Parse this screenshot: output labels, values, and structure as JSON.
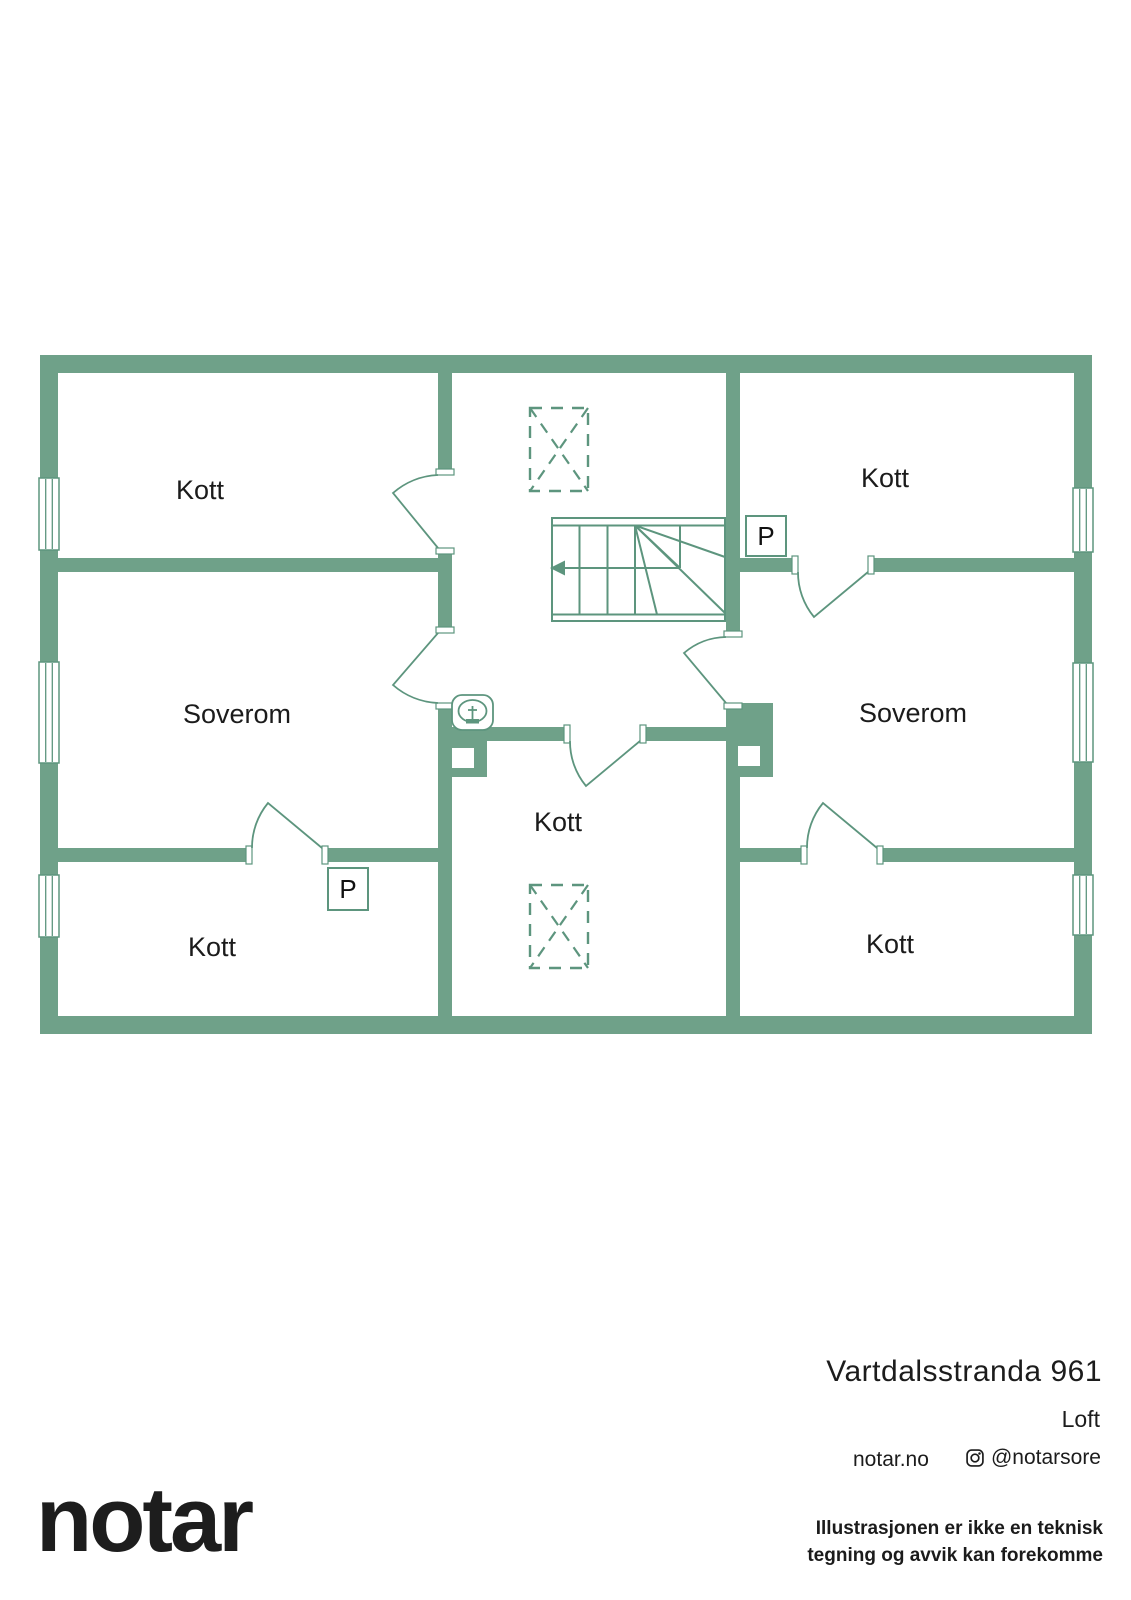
{
  "colors": {
    "wall": "#6fa189",
    "line": "#5d957e",
    "ink": "#1b1b1b"
  },
  "plan": {
    "floor_name": "Loft",
    "rooms": [
      {
        "id": "kott-top-left",
        "label": "Kott"
      },
      {
        "id": "kott-top-right",
        "label": "Kott"
      },
      {
        "id": "soverom-left",
        "label": "Soverom"
      },
      {
        "id": "soverom-right",
        "label": "Soverom"
      },
      {
        "id": "kott-center",
        "label": "Kott"
      },
      {
        "id": "kott-bottom-left",
        "label": "Kott"
      },
      {
        "id": "kott-bottom-right",
        "label": "Kott"
      }
    ],
    "markers": {
      "pipe_top_right": "P",
      "pipe_bottom_left": "P"
    }
  },
  "footer": {
    "title": "Vartdalsstranda 961",
    "floor": "Loft",
    "website": "notar.no",
    "instagram": "@notarsore",
    "disclaimer_line1": "Illustrasjonen er ikke en teknisk",
    "disclaimer_line2": "tegning og avvik kan forekomme",
    "brand": "notar"
  }
}
